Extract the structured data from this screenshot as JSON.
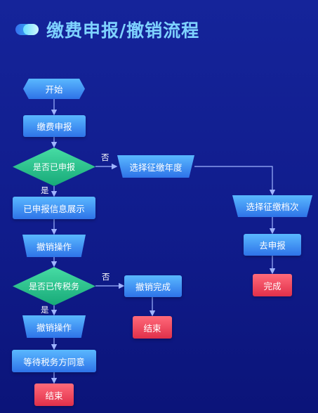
{
  "title": "缴费申报/撤销流程",
  "nodes": {
    "start": "开始",
    "pay_declare": "缴费申报",
    "is_declared": "是否已申报",
    "show_info": "已申报信息展示",
    "revoke_op_1": "撤销操作",
    "is_sent_to_tax": "是否已传税务",
    "revoke_op_2": "撤销操作",
    "wait_tax_agree": "等待税务方同意",
    "end_1": "结束",
    "revoke_done": "撤销完成",
    "end_2": "结束",
    "select_year": "选择征缴年度",
    "select_grade": "选择征缴档次",
    "go_declare": "去申报",
    "done": "完成"
  },
  "labels": {
    "yes_1": "是",
    "no_1": "否",
    "yes_2": "是",
    "no_2": "否"
  },
  "colors": {
    "background": "#111d8f",
    "title": "#7ed2ff",
    "process": "#3d8ef2",
    "decision": "#2cc38c",
    "terminal_end": "#ec4257",
    "connector": "#9fb4ff"
  }
}
